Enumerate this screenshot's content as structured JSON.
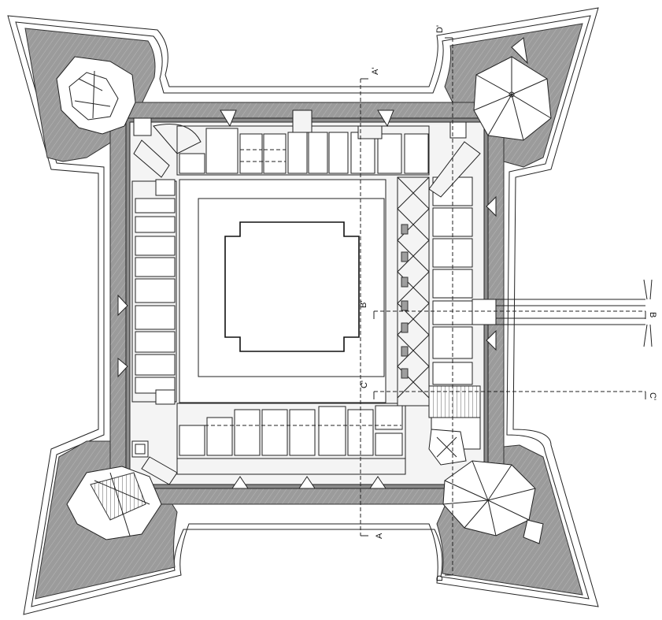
{
  "section_markers": {
    "a_top": "A'",
    "a_bottom": "A",
    "b_left": "B'",
    "b_right": "B",
    "c_left": "C'",
    "c_right": "C'",
    "d_top": "D'",
    "d_bottom": "D"
  }
}
